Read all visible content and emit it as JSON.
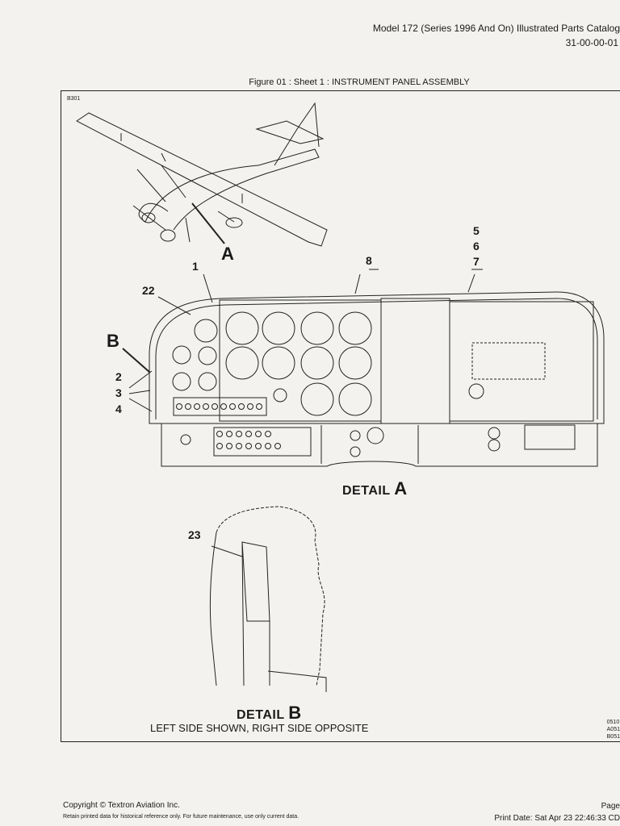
{
  "header": {
    "title": "Model 172 (Series 1996 And On) Illustrated Parts Catalog",
    "code": "31-00-00-01"
  },
  "figure": {
    "caption": "Figure 01 : Sheet 1 : INSTRUMENT PANEL ASSEMBLY",
    "id": "B301",
    "callouts": [
      "1",
      "2",
      "3",
      "4",
      "5",
      "6",
      "7",
      "8",
      "22",
      "23"
    ],
    "view_letters": [
      "A",
      "B"
    ],
    "detail_a_label": "DETAIL",
    "detail_b_label": "DETAIL",
    "detail_b_note": "LEFT SIDE SHOWN, RIGHT SIDE OPPOSITE",
    "refs": [
      "0510",
      "A051",
      "B051"
    ]
  },
  "footer": {
    "copyright": "Copyright © Textron Aviation Inc.",
    "note": "Retain printed data for historical reference only. For future maintenance, use only current data.",
    "page": "Page",
    "print_date": "Print Date: Sat Apr 23 22:46:33 CD"
  }
}
